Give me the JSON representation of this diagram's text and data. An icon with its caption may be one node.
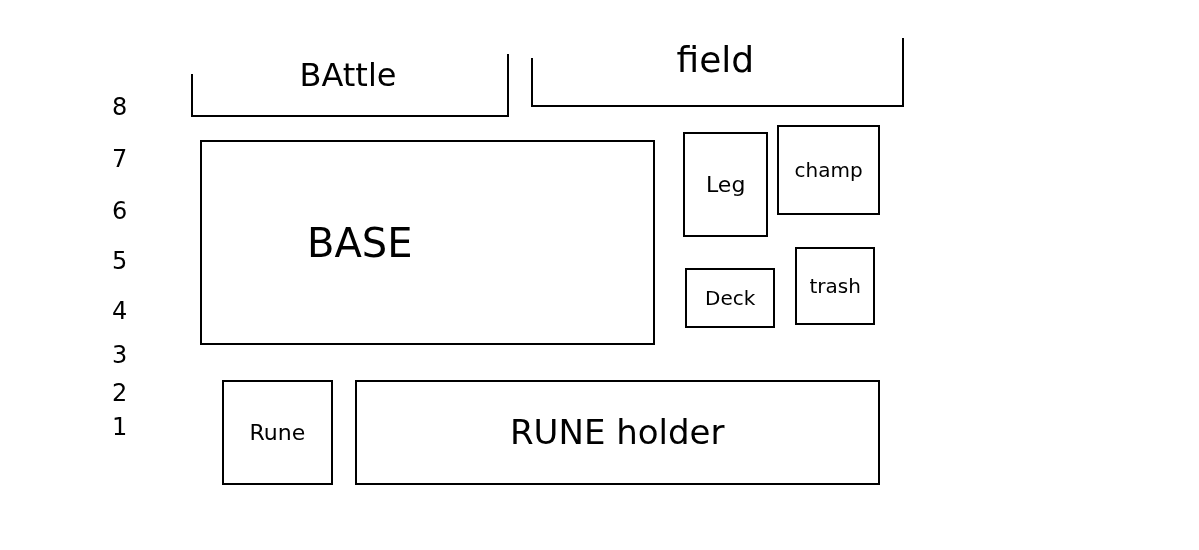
{
  "diagram": {
    "nodes": [
      {
        "text": [
          "BAttle"
        ]
      },
      {
        "text": [
          "field"
        ]
      },
      {
        "text": [
          "BASE"
        ]
      },
      {
        "text": [
          "Leg"
        ]
      },
      {
        "text": [
          "champ"
        ]
      },
      {
        "text": [
          "Deck"
        ]
      },
      {
        "text": [
          "trash"
        ]
      },
      {
        "text": [
          "Rune"
        ]
      },
      {
        "text": [
          "RUNE holder"
        ]
      }
    ],
    "labels": [
      "8",
      "7",
      "6",
      "5",
      "4",
      "3",
      "2",
      "1"
    ]
  }
}
